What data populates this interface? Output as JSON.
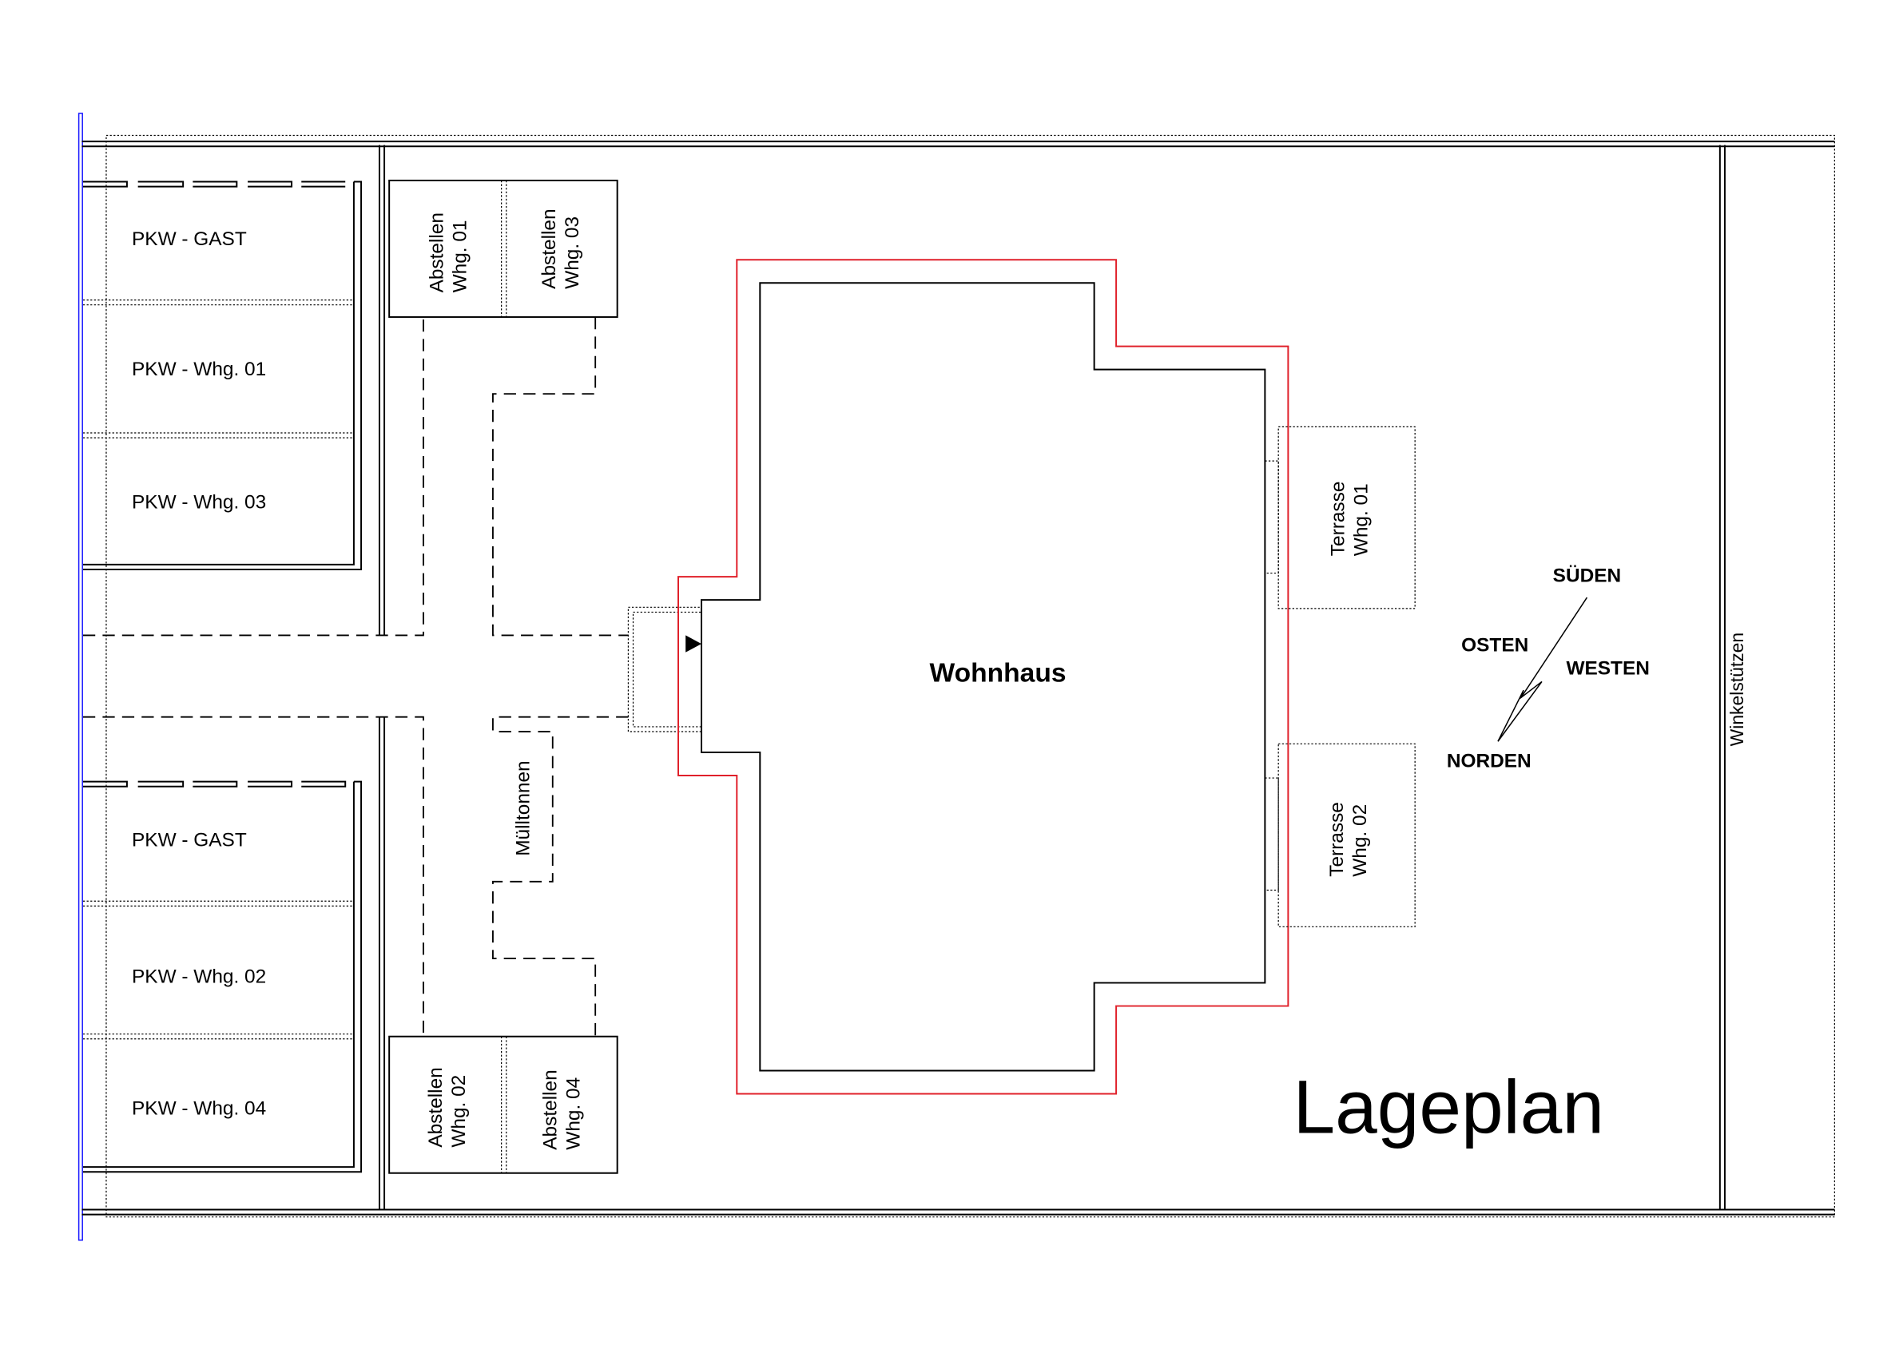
{
  "title": "Lageplan",
  "building": "Wohnhaus",
  "parking_top": [
    "PKW - GAST",
    "PKW - Whg. 01",
    "PKW - Whg. 03"
  ],
  "parking_bottom": [
    "PKW - GAST",
    "PKW -  Whg. 02",
    "PKW -  Whg. 04"
  ],
  "storage_top": [
    [
      "Abstellen",
      "Whg. 01"
    ],
    [
      "Abstellen",
      "Whg. 03"
    ]
  ],
  "storage_bottom": [
    [
      "Abstellen",
      "Whg. 02"
    ],
    [
      "Abstellen",
      "Whg. 04"
    ]
  ],
  "bins": "Mülltonnen",
  "terraces": [
    [
      "Terrasse",
      "Whg. 01"
    ],
    [
      "Terrasse",
      "Whg. 02"
    ]
  ],
  "compass": {
    "south": "SÜDEN",
    "east": "OSTEN",
    "west": "WESTEN",
    "north": "NORDEN"
  },
  "wall_label": "Winkelstützen",
  "colors": {
    "outline_red": "#e0202a",
    "boundary_blue": "#1a1aff"
  }
}
